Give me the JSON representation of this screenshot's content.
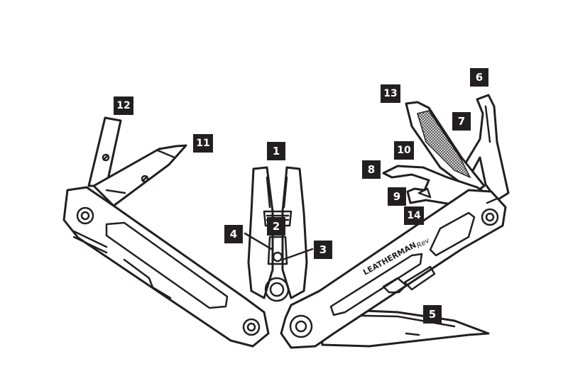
{
  "diagram": {
    "brand_text": "LEATHERMAN",
    "model_text": "Rev",
    "callouts": [
      "1",
      "2",
      "3",
      "4",
      "5",
      "6",
      "7",
      "8",
      "9",
      "10",
      "11",
      "12",
      "13",
      "14"
    ]
  },
  "colors": {
    "ink": "#231f20",
    "file_texture": "#8a8a8a",
    "background": "#ffffff"
  }
}
